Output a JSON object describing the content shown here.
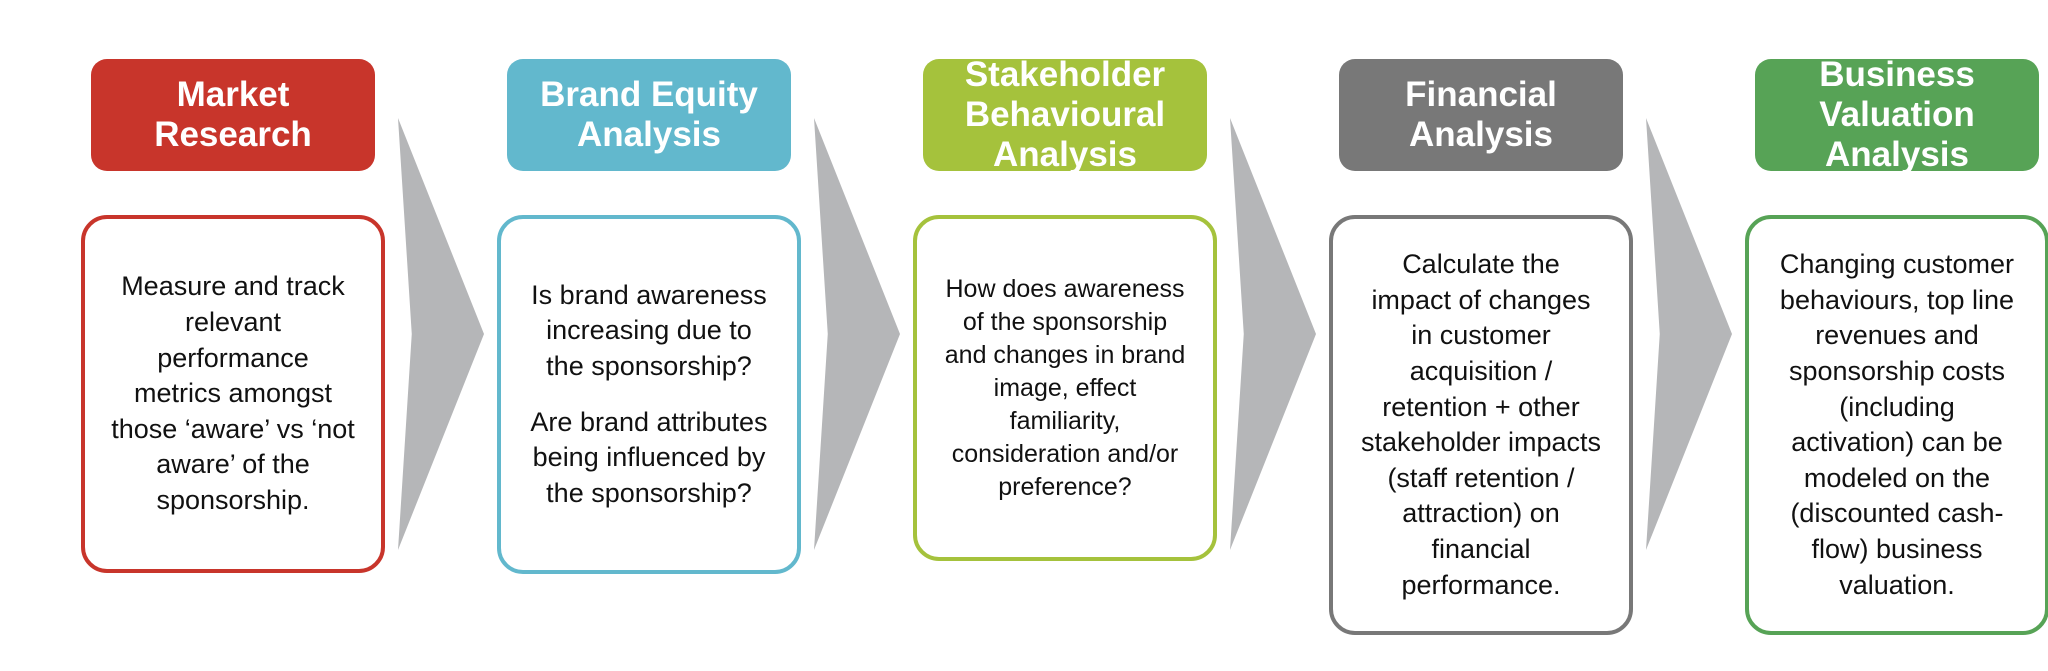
{
  "diagram": {
    "arrow_color": "#b5b6b8",
    "stages": [
      {
        "title": "Market Research",
        "color": "#c8352b",
        "paragraphs": [
          "Measure and track relevant performance metrics amongst those ‘aware’ vs ‘not aware’ of the sponsorship."
        ]
      },
      {
        "title": "Brand Equity Analysis",
        "color": "#62b8cd",
        "paragraphs": [
          "Is brand awareness increasing due to the sponsorship?",
          "Are brand attributes being influenced by the sponsorship?"
        ]
      },
      {
        "title": "Stakeholder Behavioural Analysis",
        "color": "#a5c23c",
        "paragraphs": [
          "How does awareness of the sponsorship and changes in brand image, effect familiarity, consideration and/or preference?"
        ]
      },
      {
        "title": "Financial Analysis",
        "color": "#787878",
        "paragraphs": [
          "Calculate the impact of changes in customer acquisition / retention + other stakeholder impacts (staff retention / attraction) on financial performance."
        ]
      },
      {
        "title": "Business Valuation Analysis",
        "color": "#57a356",
        "paragraphs": [
          "Changing customer behaviours, top line revenues and sponsorship costs (including activation) can be modeled on the (discounted cash-flow) business valuation."
        ]
      }
    ]
  }
}
